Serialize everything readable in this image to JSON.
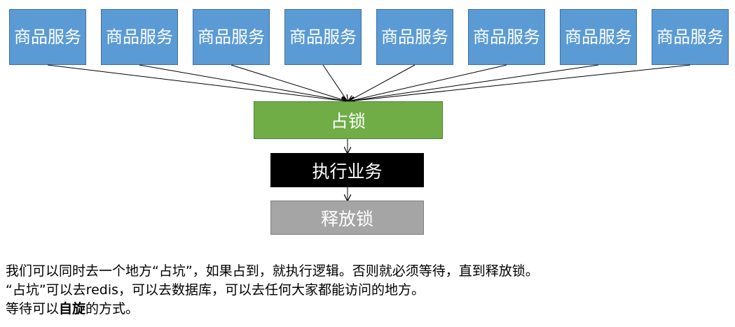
{
  "services": [
    {
      "label": "商品服务"
    },
    {
      "label": "商品服务"
    },
    {
      "label": "商品服务"
    },
    {
      "label": "商品服务"
    },
    {
      "label": "商品服务"
    },
    {
      "label": "商品服务"
    },
    {
      "label": "商品服务"
    },
    {
      "label": "商品服务"
    }
  ],
  "steps": {
    "lock": "占锁",
    "execute": "执行业务",
    "release": "释放锁"
  },
  "colors": {
    "service": "#5b9bd5",
    "lock": "#70ad47",
    "execute": "#000000",
    "release": "#a5a5a5"
  },
  "notes": {
    "line1": "我们可以同时去一个地方“占坑”，如果占到，就执行逻辑。否则就必须等待，直到释放锁。",
    "line2": "“占坑”可以去redis，可以去数据库，可以去任何大家都能访问的地方。",
    "line3_prefix": "等待可以",
    "line3_bold": "自旋",
    "line3_suffix": "的方式。"
  }
}
